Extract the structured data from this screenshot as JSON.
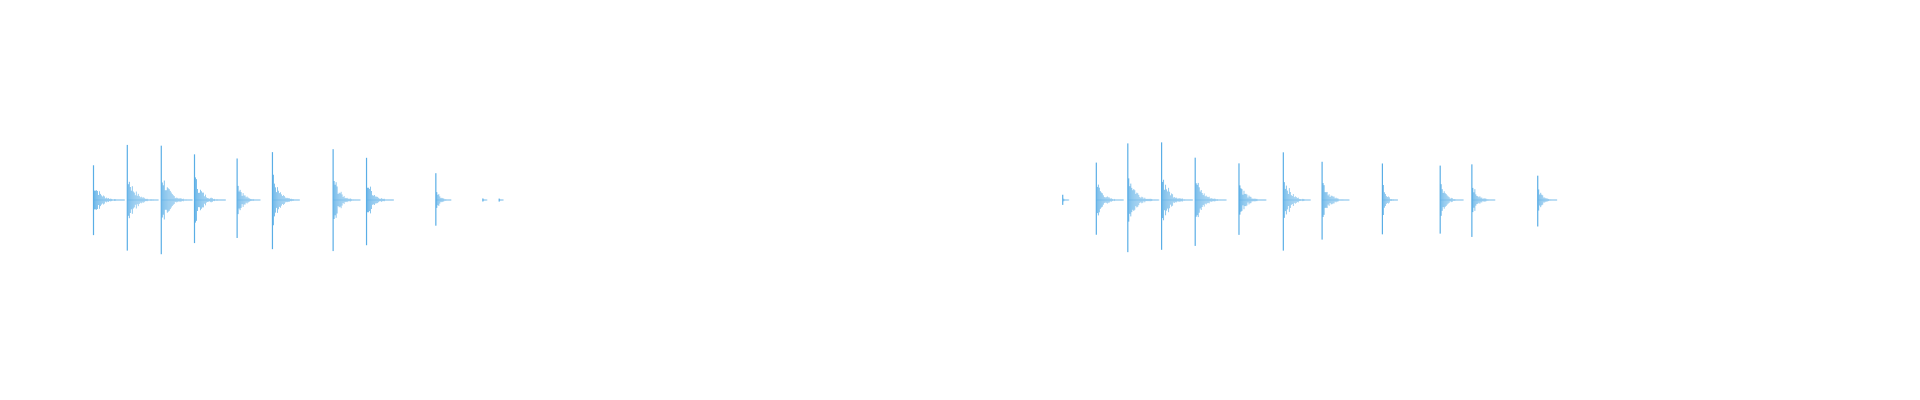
{
  "waveform": {
    "color": "#5aaee6",
    "background": "#ffffff",
    "transients": [
      {
        "t": 0.0487,
        "amp": 0.47,
        "tail": 0.016
      },
      {
        "t": 0.0663,
        "amp": 0.69,
        "tail": 0.016
      },
      {
        "t": 0.084,
        "amp": 0.74,
        "tail": 0.016
      },
      {
        "t": 0.1013,
        "amp": 0.62,
        "tail": 0.016
      },
      {
        "t": 0.1235,
        "amp": 0.55,
        "tail": 0.012
      },
      {
        "t": 0.1419,
        "amp": 0.66,
        "tail": 0.014
      },
      {
        "t": 0.1735,
        "amp": 0.66,
        "tail": 0.014
      },
      {
        "t": 0.1909,
        "amp": 0.58,
        "tail": 0.014
      },
      {
        "t": 0.227,
        "amp": 0.36,
        "tail": 0.008
      },
      {
        "t": 0.2515,
        "amp": 0.02,
        "tail": 0.002
      },
      {
        "t": 0.26,
        "amp": 0.02,
        "tail": 0.002
      },
      {
        "t": 0.5535,
        "amp": 0.07,
        "tail": 0.003
      },
      {
        "t": 0.571,
        "amp": 0.5,
        "tail": 0.014
      },
      {
        "t": 0.5874,
        "amp": 0.76,
        "tail": 0.016
      },
      {
        "t": 0.605,
        "amp": 0.73,
        "tail": 0.016
      },
      {
        "t": 0.6225,
        "amp": 0.59,
        "tail": 0.016
      },
      {
        "t": 0.6453,
        "amp": 0.51,
        "tail": 0.014
      },
      {
        "t": 0.6684,
        "amp": 0.69,
        "tail": 0.014
      },
      {
        "t": 0.6886,
        "amp": 0.56,
        "tail": 0.014
      },
      {
        "t": 0.72,
        "amp": 0.48,
        "tail": 0.008
      },
      {
        "t": 0.7501,
        "amp": 0.45,
        "tail": 0.012
      },
      {
        "t": 0.7666,
        "amp": 0.5,
        "tail": 0.012
      },
      {
        "t": 0.8009,
        "amp": 0.35,
        "tail": 0.01
      }
    ]
  }
}
